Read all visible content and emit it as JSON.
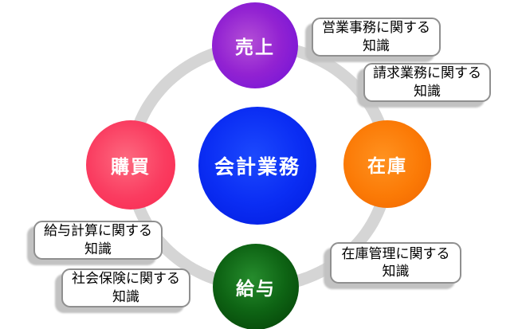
{
  "diagram": {
    "ring_color": "#d5d5d5",
    "center_node": {
      "label": "会計業務",
      "color": "#0b2ef4"
    },
    "nodes": {
      "sales": {
        "label": "売上",
        "color": "#9222d2"
      },
      "inventory": {
        "label": "在庫",
        "color": "#fb7a06"
      },
      "payroll": {
        "label": "給与",
        "color": "#0e6414"
      },
      "purchase": {
        "label": "購買",
        "color": "#fa3c60"
      }
    },
    "callouts": {
      "sales_admin": {
        "line1": "営業事務に関する",
        "line2": "知識"
      },
      "billing": {
        "line1": "請求業務に関する",
        "line2": "知識"
      },
      "inventory_mgmt": {
        "line1": "在庫管理に関する",
        "line2": "知識"
      },
      "payroll_calc": {
        "line1": "給与計算に関する",
        "line2": "知識"
      },
      "social_insurance": {
        "line1": "社会保険に関する",
        "line2": "知識"
      }
    }
  }
}
